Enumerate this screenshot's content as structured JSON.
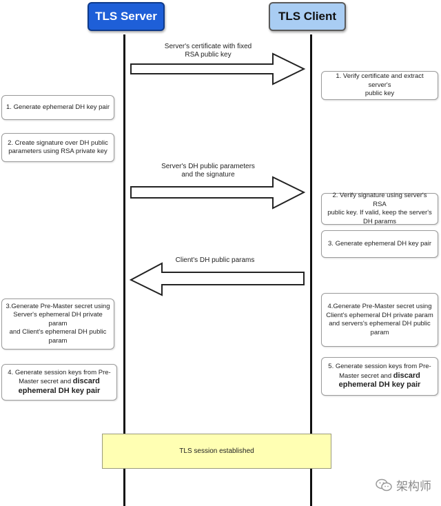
{
  "headers": {
    "server": "TLS Server",
    "client": "TLS Client"
  },
  "arrows": [
    {
      "label_line1": "Server's certificate with fixed",
      "label_line2": "RSA public key",
      "direction": "right"
    },
    {
      "label_line1": "Server's DH public parameters",
      "label_line2": "and the signature",
      "direction": "right"
    },
    {
      "label_line1": "Client's DH public params",
      "label_line2": "",
      "direction": "left"
    }
  ],
  "server_steps": {
    "s1": "1. Generate ephemeral DH key pair",
    "s2_line1": "2. Create signature over DH public",
    "s2_line2": "parameters using RSA private key",
    "s3_line1": "3.Generate Pre-Master secret using",
    "s3_line2": "Server's ephemeral DH private param",
    "s3_line3": "and Client's ephemeral DH public",
    "s3_line4": "param",
    "s4_line1": "4. Generate session keys from Pre-",
    "s4_line2_a": "Master secret and ",
    "s4_line2_b": "discard",
    "s4_line3": "ephemeral DH key pair"
  },
  "client_steps": {
    "c1_line1": "1. Verify certificate and extract server's",
    "c1_line2": "public key",
    "c2_line1": "2. Verify signature using server's RSA",
    "c2_line2": "public key. If valid, keep the server's",
    "c2_line3": "DH params",
    "c3": "3. Generate ephemeral DH key pair",
    "c4_line1": "4.Generate Pre-Master secret using",
    "c4_line2": "Client's ephemeral DH private param",
    "c4_line3": "and servers's ephemeral DH public",
    "c4_line4": "param",
    "c5_line1": "5. Generate session keys from Pre-",
    "c5_line2_a": "Master secret and ",
    "c5_line2_b": "discard",
    "c5_line3": "ephemeral DH key pair"
  },
  "session": "TLS session established",
  "watermark": {
    "text": "架构师",
    "icon": "wechat-icon"
  },
  "colors": {
    "server_header": "#1e5fd8",
    "client_header": "#a9cdf3",
    "session_box": "#ffffb3"
  }
}
